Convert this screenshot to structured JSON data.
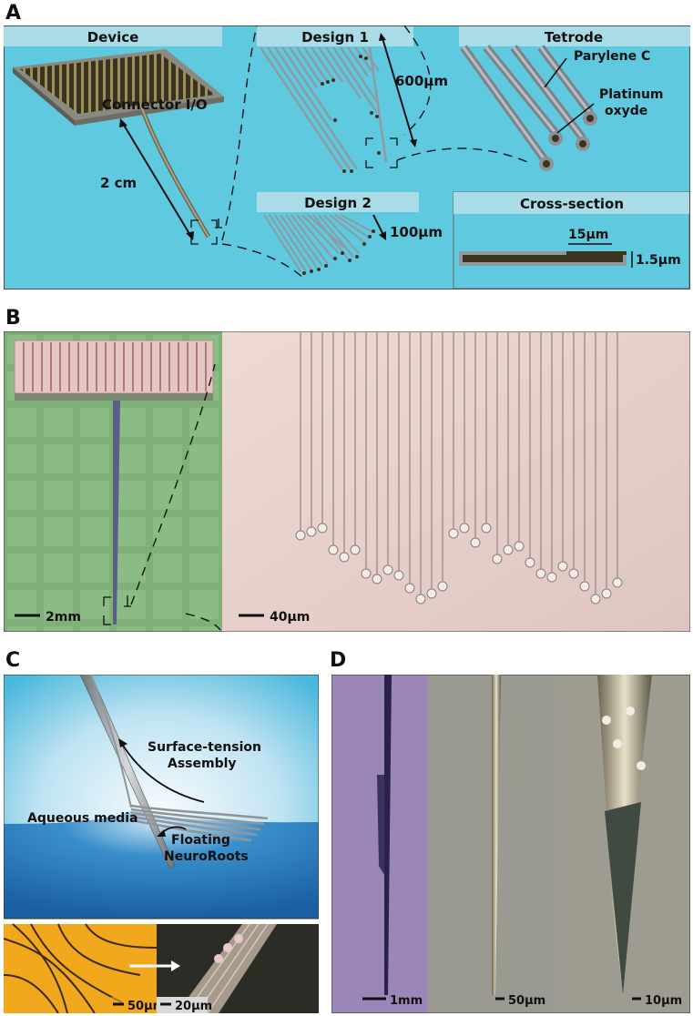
{
  "panels": {
    "A": {
      "letter": "A",
      "headers": {
        "device": "Device",
        "design1": "Design 1",
        "tetrode": "Tetrode",
        "design2": "Design 2",
        "cross_section": "Cross-section"
      },
      "labels": {
        "connector": "Connector I/O",
        "length": "2 cm",
        "d1_length": "600µm",
        "d2_length": "100µm",
        "parylene": "Parylene C",
        "platinum_1": "Platinum",
        "platinum_2": "oxyde",
        "width": "15µm",
        "thickness": "1.5µm"
      }
    },
    "B": {
      "letter": "B",
      "scalebars": {
        "left": "2mm",
        "right": "40µm"
      }
    },
    "C": {
      "letter": "C",
      "labels": {
        "surface_1": "Surface-tension",
        "surface_2": "Assembly",
        "aqueous": "Aqueous media",
        "floating_1": "Floating",
        "floating_2": "NeuroRoots"
      },
      "scalebars": {
        "left": "50µm",
        "right": "20µm"
      }
    },
    "D": {
      "letter": "D",
      "scalebars": {
        "left": "1mm",
        "middle": "50µm",
        "right": "10µm"
      }
    }
  },
  "colors": {
    "panel_a_bg": "#5fc9df",
    "header_bg": "#a9dce6",
    "panel_b_left_bg": "#7fb07a",
    "panel_b_right_bg": "#e9d3cd",
    "panel_c_sky": "#bfe3f2",
    "panel_c_water": "#1e6db0",
    "panel_c_amber": "#f2a81d",
    "panel_d_purple": "#9b86b8",
    "panel_d_grey": "#9a9a92"
  }
}
